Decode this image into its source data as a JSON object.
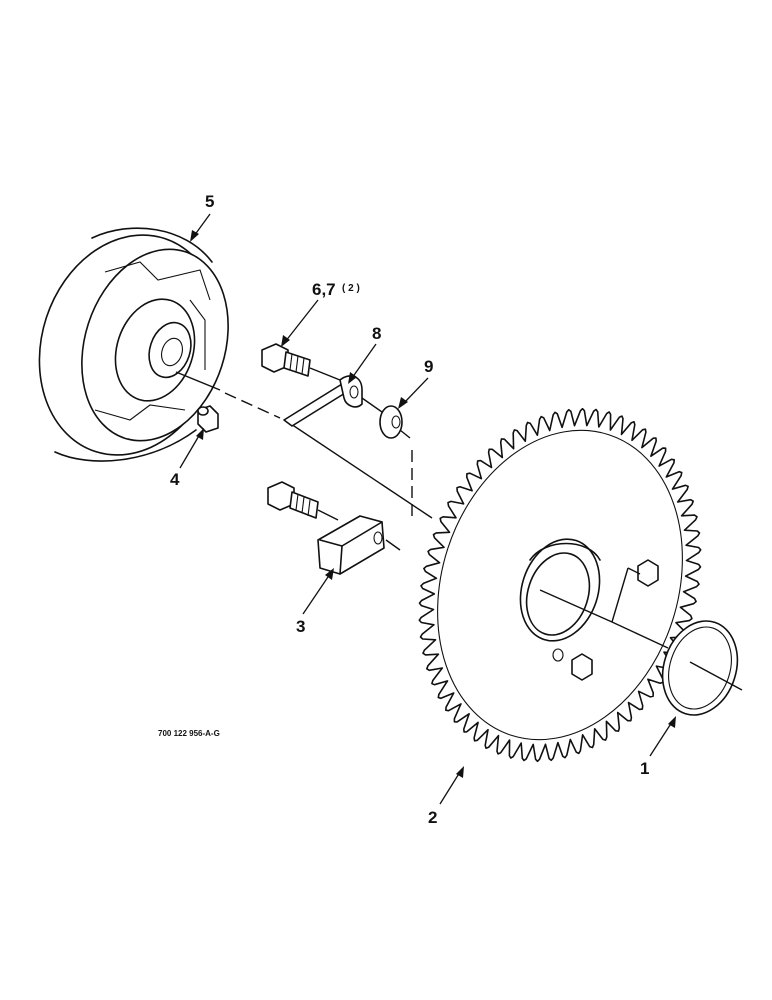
{
  "figure": {
    "part_code": "700 122 956-A-G",
    "callouts": [
      {
        "id": "1",
        "label": "1"
      },
      {
        "id": "2",
        "label": "2"
      },
      {
        "id": "3",
        "label": "3"
      },
      {
        "id": "4",
        "label": "4"
      },
      {
        "id": "5",
        "label": "5"
      },
      {
        "id": "67",
        "label": "6,7",
        "qty": "( 2 )"
      },
      {
        "id": "8",
        "label": "8"
      },
      {
        "id": "9",
        "label": "9"
      }
    ]
  }
}
